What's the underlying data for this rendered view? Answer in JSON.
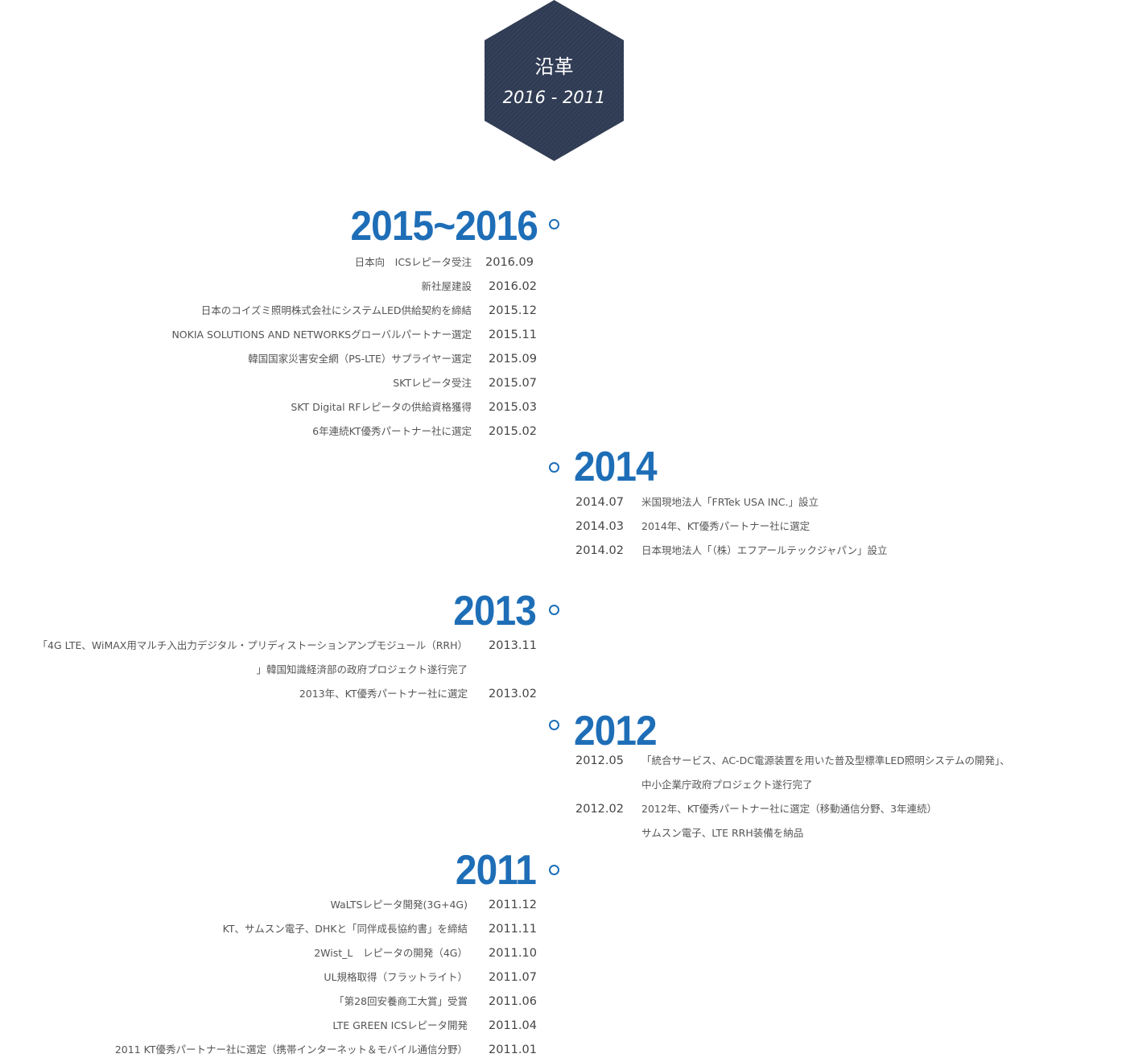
{
  "header": {
    "title": "沿革",
    "range": "2016 - 2011"
  },
  "sections": [
    {
      "year": "2015~2016",
      "side": "left",
      "items": [
        {
          "date": "2016.09",
          "desc": "日本向　ICSレピータ受注"
        },
        {
          "date": "2016.02",
          "desc": "新社屋建設"
        },
        {
          "date": "2015.12",
          "desc": "日本のコイズミ照明株式会社にシステムLED供給契約を締結"
        },
        {
          "date": "2015.11",
          "desc": "NOKIA SOLUTIONS AND NETWORKSグローバルパートナー選定"
        },
        {
          "date": "2015.09",
          "desc": "韓国国家災害安全網（PS-LTE）サプライヤー選定"
        },
        {
          "date": "2015.07",
          "desc": "SKTレピータ受注"
        },
        {
          "date": "2015.03",
          "desc": "SKT Digital RFレピータの供給資格獲得"
        },
        {
          "date": "2015.02",
          "desc": "6年連続KT優秀パートナー社に選定"
        }
      ]
    },
    {
      "year": "2014",
      "side": "right",
      "items": [
        {
          "date": "2014.07",
          "desc": "米国現地法人「FRTek USA INC.」設立"
        },
        {
          "date": "2014.03",
          "desc": "2014年、KT優秀パートナー社に選定"
        },
        {
          "date": "2014.02",
          "desc": "日本現地法人「（株）エフアールテックジャパン」設立"
        }
      ]
    },
    {
      "year": "2013",
      "side": "left",
      "items": [
        {
          "date": "2013.11",
          "desc": "「4G LTE、WiMAX用マルチ入出力デジタル・プリディストーションアンプモジュール（RRH）"
        },
        {
          "date": "",
          "desc": "」韓国知識経済部の政府プロジェクト遂行完了"
        },
        {
          "date": "2013.02",
          "desc": "2013年、KT優秀パートナー社に選定"
        }
      ]
    },
    {
      "year": "2012",
      "side": "right",
      "items": [
        {
          "date": "2012.05",
          "desc": "「統合サービス、AC-DC電源装置を用いた普及型標準LED照明システムの開発」、"
        },
        {
          "date": "",
          "desc": "中小企業庁政府プロジェクト遂行完了"
        },
        {
          "date": "2012.02",
          "desc": "2012年、KT優秀パートナー社に選定（移動通信分野、3年連続）"
        },
        {
          "date": "",
          "desc": "サムスン電子、LTE RRH装備を納品"
        }
      ]
    },
    {
      "year": "2011",
      "side": "left",
      "items": [
        {
          "date": "2011.12",
          "desc": "WaLTSレピータ開発(3G+4G)"
        },
        {
          "date": "2011.11",
          "desc": "KT、サムスン電子、DHKと「同伴成長協約書」を締結"
        },
        {
          "date": "2011.10",
          "desc": "2Wist_L　レピータの開発（4G）"
        },
        {
          "date": "2011.07",
          "desc": "UL規格取得（フラットライト）"
        },
        {
          "date": "2011.06",
          "desc": "「第28回安養商工大賞」受賞"
        },
        {
          "date": "2011.04",
          "desc": "LTE GREEN ICSレピータ開発"
        },
        {
          "date": "2011.01",
          "desc": "2011 KT優秀パートナー社に選定（携帯インターネット＆モバイル通信分野）"
        }
      ]
    }
  ]
}
